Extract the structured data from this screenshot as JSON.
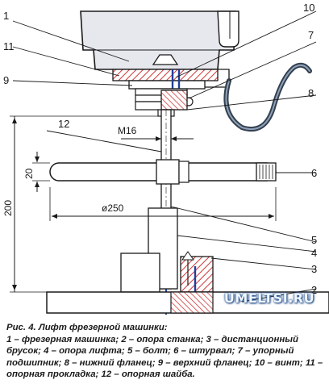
{
  "callouts": {
    "c1": "1",
    "c2": "2",
    "c3": "3",
    "c4": "4",
    "c5": "5",
    "c6": "6",
    "c7": "7",
    "c8": "8",
    "c9": "9",
    "c10": "10",
    "c11": "11",
    "c12": "12"
  },
  "dimensions": {
    "thread": "M16",
    "height": "200",
    "thickness": "20",
    "diameter": "ø250"
  },
  "caption": {
    "title": "Рис. 4. Лифт фрезерной машинки:",
    "text": "1 – фрезерная машинка; 2 – опора станка; 3 – дистанционный брусок; 4 – опора лифта; 5 – болт; 6 – штурвал; 7 – упорный подшипник; 8 – нижний фланец; 9 – верхний фланец; 10 – винт; 11 – опорная прокладка; 12 – опорная шайба."
  },
  "watermark": "UMELTSI.RU",
  "colors": {
    "hatch": "#d03a3a",
    "outline": "#1a1a1a",
    "body_fill": "#e6e8ee",
    "blue_accent": "#1f3f9e",
    "cable": "#33404f"
  }
}
